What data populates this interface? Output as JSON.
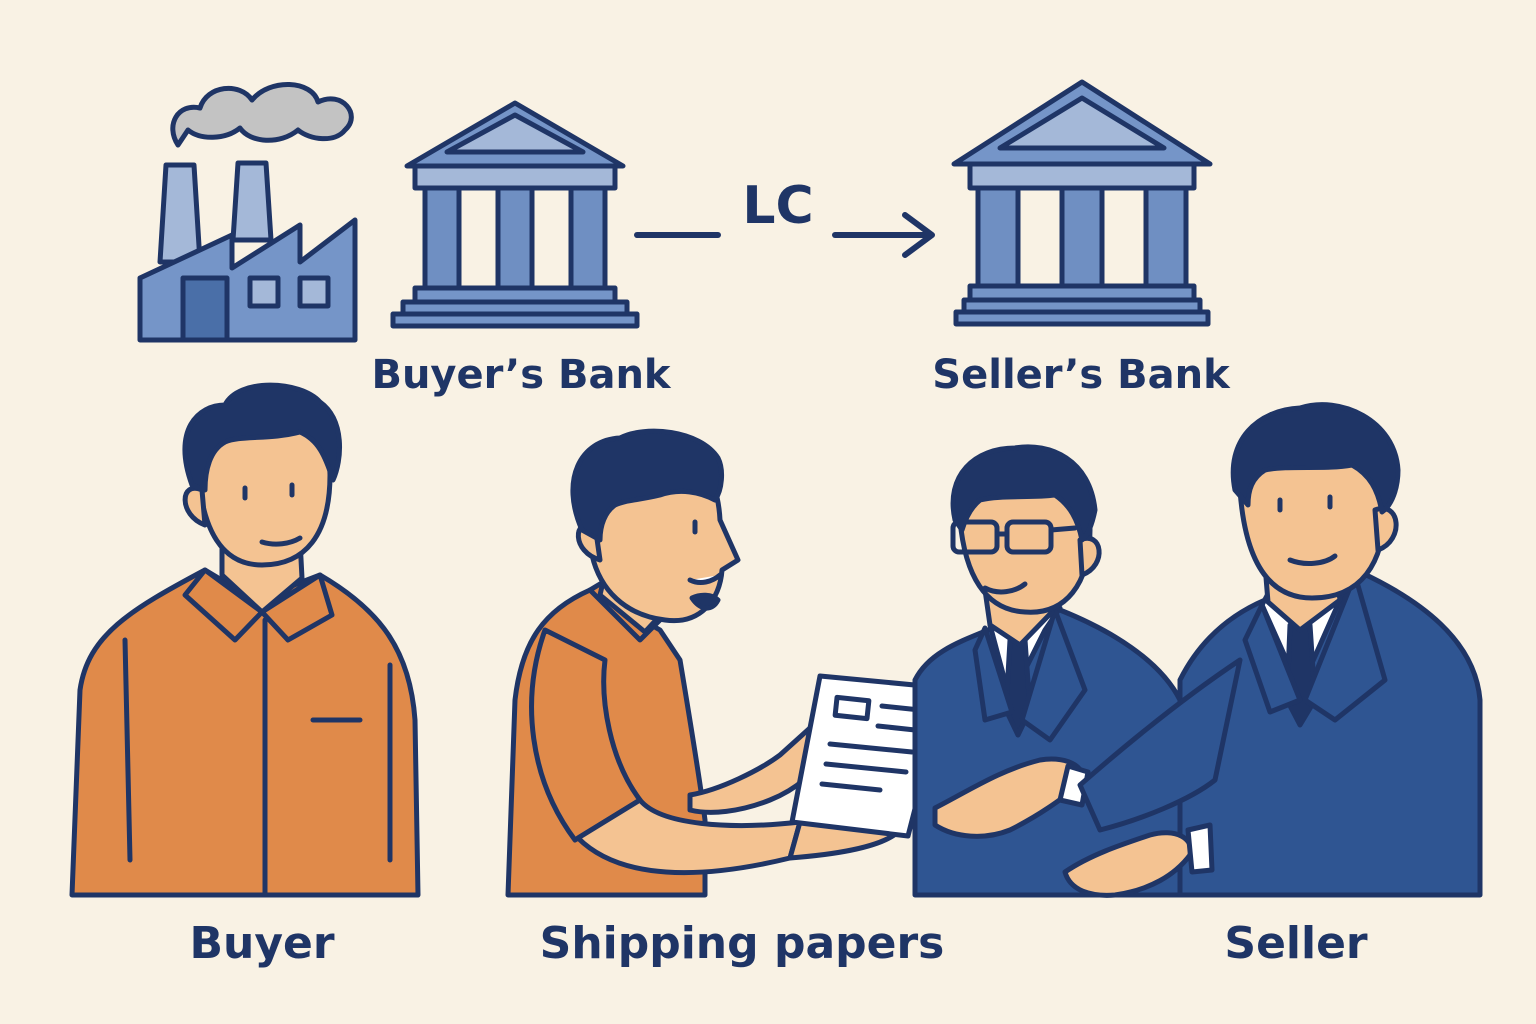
{
  "labels": {
    "buyers_bank": "Buyer’s Bank",
    "sellers_bank": "Seller’s Bank",
    "lc": "LC",
    "buyer": "Buyer",
    "shipping_papers": "Shipping papers",
    "seller": "Seller"
  },
  "icons": {
    "factory": "factory-icon",
    "buyers_bank": "bank-icon",
    "sellers_bank": "bank-icon",
    "arrow": "arrow-right-icon"
  },
  "colors": {
    "background": "#f9f2e4",
    "outline": "#1f3566",
    "bank_fill": "#6f8fc2",
    "bank_light": "#a4b8d8",
    "shirt": "#e08a4a",
    "skin": "#f4c392",
    "hair": "#1f3566",
    "suit": "#2f5592",
    "document": "#ffffff"
  }
}
